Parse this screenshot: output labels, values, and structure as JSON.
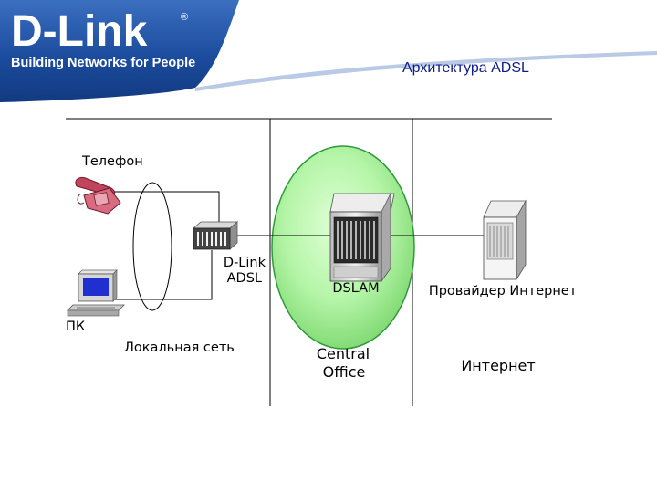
{
  "header": {
    "logo": {
      "brand": "D-Link",
      "registered_mark": "®",
      "tagline": "Building Networks for People"
    },
    "slide_title": "Архитектура ADSL"
  },
  "diagram": {
    "labels": {
      "phone": "Телефон",
      "modem_line1": "D-Link",
      "modem_line2": "ADSL",
      "pc": "ПК",
      "lan": "Локальная сеть",
      "dslam": "DSLAM",
      "co_line1": "Central",
      "co_line2": "Office",
      "isp": "Провайдер Интернет",
      "internet": "Интернет"
    },
    "icons": {
      "phone": "telephone-icon",
      "modem": "adsl-modem-icon",
      "pc": "computer-icon",
      "dslam": "dslam-rack-icon",
      "isp_server": "server-icon"
    },
    "colors": {
      "header_blue": "#1f4fa0",
      "central_office_fill": "#a6ef9a",
      "central_office_stroke": "#2f9a3c",
      "phone_red": "#c2445c",
      "pc_screen": "#1f2fd0",
      "title_blue": "#0c1c8c"
    }
  }
}
